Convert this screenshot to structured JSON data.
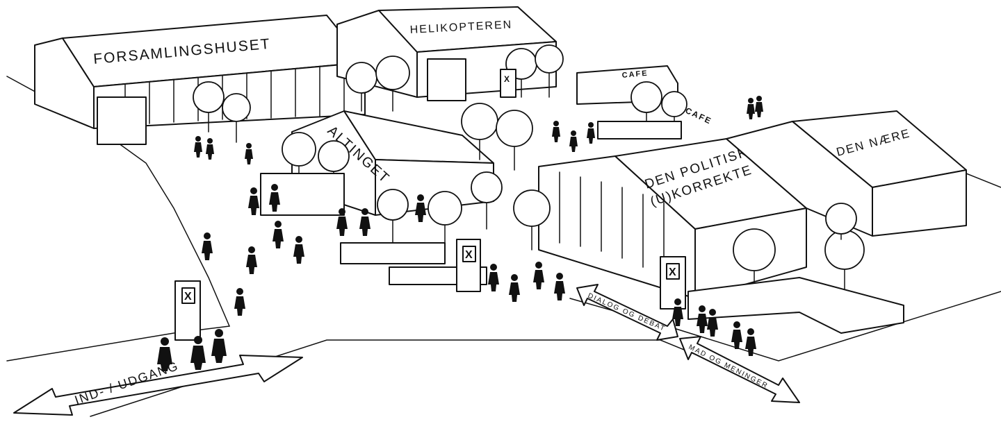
{
  "buildings": {
    "forsamlingshuset": "FORSAMLINGSHUSET",
    "helikopteren": "HELIKOPTEREN",
    "altinget": "ALTINGET",
    "den_politisk_line1": "DEN POLITISK",
    "den_politisk_line2": "(U)KORREKTE",
    "den_naere": "DEN NÆRE"
  },
  "cafes": {
    "cafe_1": "CAFE",
    "cafe_2": "CAFE"
  },
  "arrows": {
    "entrance": "IND- / UDGANG",
    "dialog": "DIALOG OG DEBAT",
    "mad": "MAD OG MENINGER"
  },
  "booth_mark": "X"
}
